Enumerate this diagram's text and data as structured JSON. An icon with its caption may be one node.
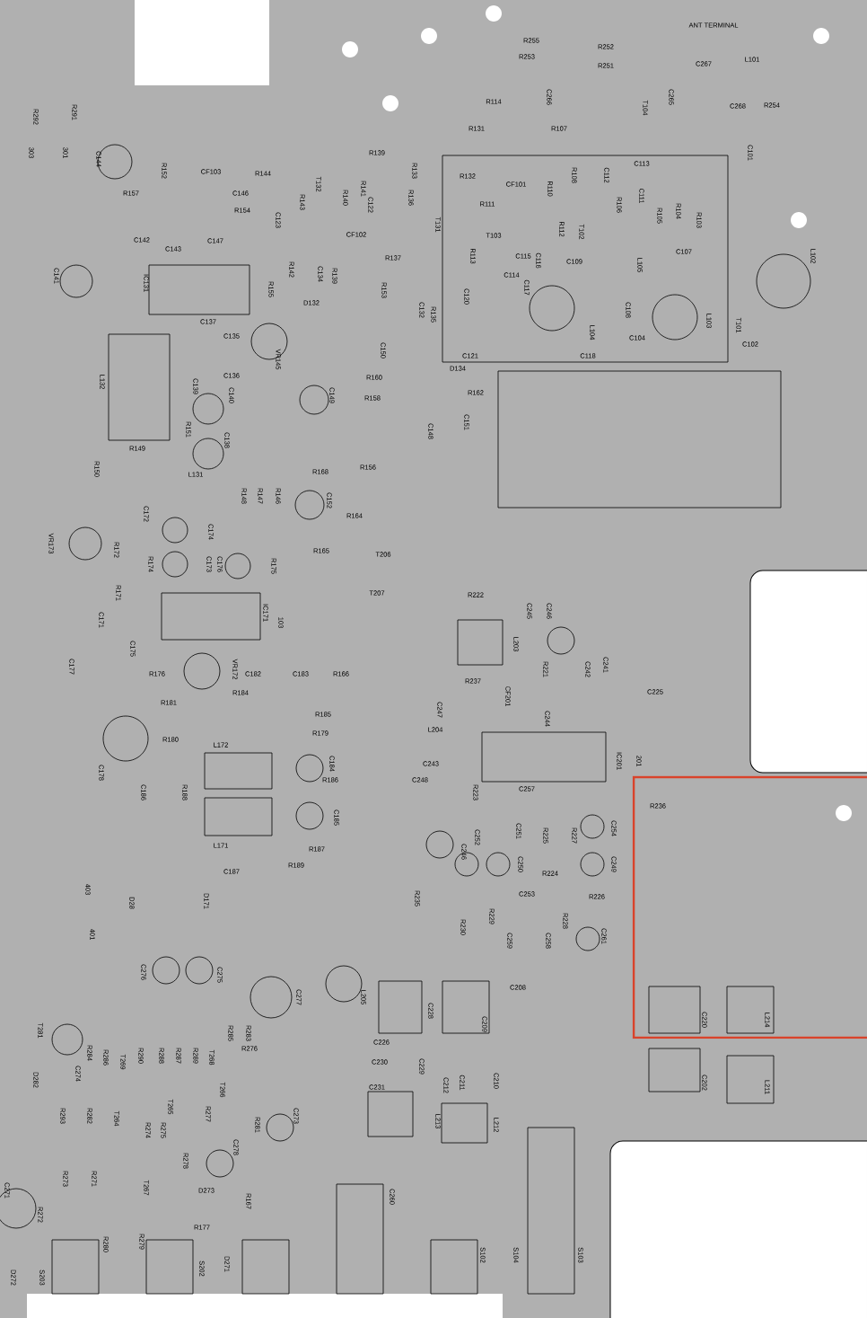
{
  "diagram": {
    "labels": [
      "ANT TERMINAL",
      "R255",
      "R252",
      "R253",
      "R251",
      "C267",
      "L101",
      "C266",
      "T104",
      "C265",
      "C268",
      "R254",
      "R114",
      "R292",
      "R291",
      "R131",
      "R107",
      "C101",
      "303",
      "301",
      "C144",
      "R139",
      "R152",
      "CF103",
      "R144",
      "R133",
      "C146",
      "R132",
      "CF101",
      "R110",
      "R108",
      "C112",
      "C113",
      "R157",
      "R154",
      "C123",
      "R143",
      "T132",
      "R140",
      "R141",
      "C122",
      "R136",
      "T131",
      "R111",
      "R106",
      "C111",
      "R105",
      "R104",
      "R103",
      "T103",
      "R112",
      "T102",
      "C142",
      "C143",
      "C147",
      "CF102",
      "R137",
      "R113",
      "C115",
      "C116",
      "C109",
      "C107",
      "L105",
      "C114",
      "L102",
      "C141",
      "IC131",
      "R142",
      "C134",
      "R139",
      "R155",
      "R153",
      "C120",
      "C117",
      "C132",
      "R135",
      "D132",
      "C108",
      "L103",
      "T101",
      "C137",
      "C135",
      "L132",
      "VR145",
      "C136",
      "L104",
      "C104",
      "C102",
      "C121",
      "C118",
      "C150",
      "R160",
      "R158",
      "D134",
      "R162",
      "C139",
      "C140",
      "C149",
      "R151",
      "C138",
      "C148",
      "C151",
      "R149",
      "R150",
      "L131",
      "R148",
      "R147",
      "R146",
      "R168",
      "R156",
      "C152",
      "C172",
      "C174",
      "R164",
      "R165",
      "T206",
      "T207",
      "VR173",
      "R172",
      "R174",
      "C173",
      "C176",
      "R175",
      "R171",
      "C171",
      "IC171",
      "103",
      "C175",
      "C177",
      "R176",
      "VR172",
      "C182",
      "C183",
      "R184",
      "R166",
      "R181",
      "R185",
      "R180",
      "R179",
      "C178",
      "L172",
      "C184",
      "R186",
      "C186",
      "R188",
      "C185",
      "L171",
      "R187",
      "R189",
      "C187",
      "R222",
      "C245",
      "C246",
      "L203",
      "R221",
      "C242",
      "C241",
      "R237",
      "CF201",
      "C247",
      "C244",
      "C225",
      "L204",
      "C243",
      "C248",
      "IC201",
      "201",
      "R223",
      "C257",
      "C252",
      "C251",
      "R225",
      "R227",
      "C254",
      "C246",
      "C250",
      "C249",
      "R224",
      "R236",
      "R235",
      "C253",
      "R226",
      "R230",
      "R229",
      "C259",
      "R228",
      "C258",
      "C261",
      "403",
      "401",
      "D28",
      "D171",
      "C276",
      "C275",
      "C277",
      "L205",
      "C228",
      "C208",
      "C209",
      "C220",
      "L214",
      "T281",
      "R285",
      "R283",
      "R284",
      "R286",
      "T269",
      "R290",
      "R288",
      "R287",
      "R289",
      "T268",
      "R276",
      "C274",
      "C226",
      "C230",
      "C229",
      "C231",
      "C212",
      "C211",
      "C210",
      "C202",
      "L211",
      "D282",
      "T266",
      "R293",
      "R282",
      "T264",
      "T265",
      "R277",
      "R281",
      "C273",
      "R274",
      "R275",
      "L213",
      "L212",
      "C278",
      "R278",
      "C271",
      "R273",
      "R271",
      "T267",
      "R272",
      "D273",
      "R177",
      "R167",
      "C260",
      "R280",
      "R279",
      "S203",
      "S202",
      "D271",
      "D272",
      "S102",
      "S104",
      "S103"
    ]
  }
}
